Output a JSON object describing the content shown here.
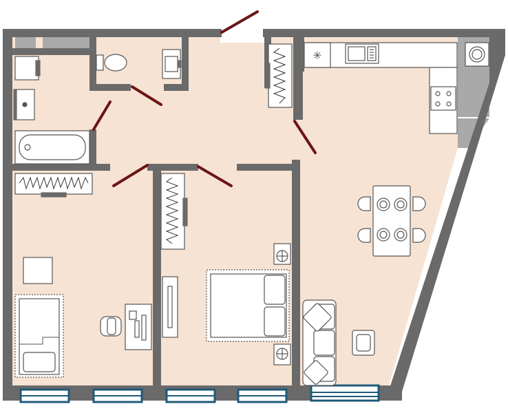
{
  "colors": {
    "floor": "#f7e3d3",
    "wall": "#6a6a6a",
    "door": "#6b1414",
    "window_frame": "#1f5a78",
    "window_glass": "#ffffff",
    "furniture_fill": "#ffffff",
    "furniture_stroke": "#555555",
    "light_gray": "#a9a9a9",
    "balcony": "#a9a9a9"
  },
  "rooms": [
    {
      "id": "bathroom",
      "kind": "bath"
    },
    {
      "id": "toilet",
      "kind": "wc"
    },
    {
      "id": "hallway",
      "kind": "hall"
    },
    {
      "id": "bedroom_left",
      "kind": "bedroom"
    },
    {
      "id": "bedroom_middle",
      "kind": "bedroom"
    },
    {
      "id": "kitchen_living",
      "kind": "kitchen-living"
    }
  ],
  "icons": {
    "door": "door-swing-icon",
    "window": "window-icon",
    "bathtub": "bathtub-icon",
    "toilet": "toilet-icon",
    "sink": "sink-icon",
    "wardrobe": "wardrobe-icon",
    "bed": "bed-icon",
    "chair": "chair-icon",
    "desk": "desk-icon",
    "stove": "stove-icon",
    "fridge": "fridge-icon",
    "dining_table": "dining-table-icon",
    "sofa": "sofa-icon",
    "ottoman": "ottoman-icon",
    "fan": "fan-icon",
    "boiler": "boiler-icon"
  }
}
